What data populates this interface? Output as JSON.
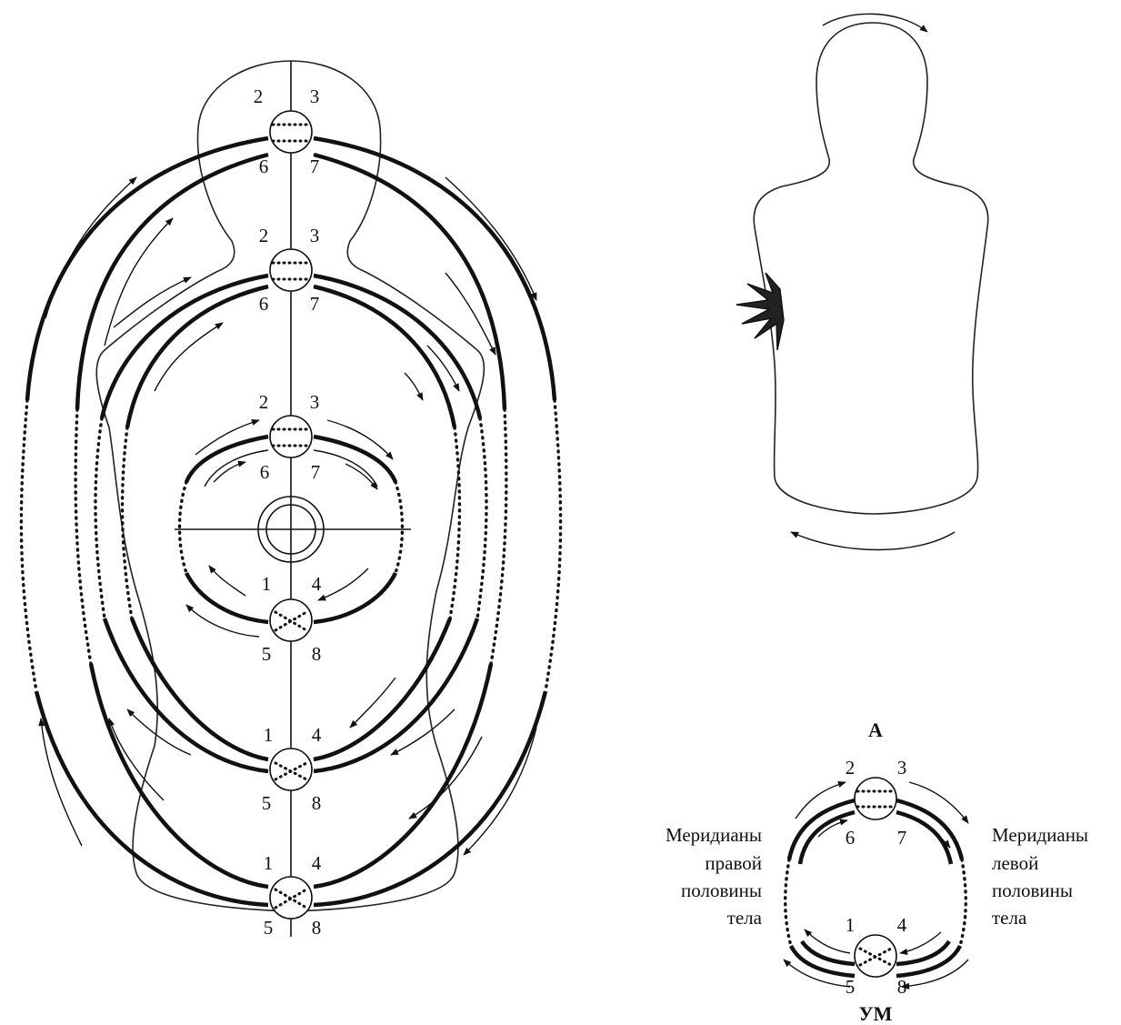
{
  "left_figure": {
    "levels": [
      {
        "top_left": "2",
        "top_right": "3",
        "bottom_left": "6",
        "bottom_right": "7"
      },
      {
        "top_left": "2",
        "top_right": "3",
        "bottom_left": "6",
        "bottom_right": "7"
      },
      {
        "top_left": "2",
        "top_right": "3",
        "bottom_left": "6",
        "bottom_right": "7"
      },
      {
        "top_left": "1",
        "top_right": "4",
        "bottom_left": "5",
        "bottom_right": "8"
      },
      {
        "top_left": "1",
        "top_right": "4",
        "bottom_left": "5",
        "bottom_right": "8"
      },
      {
        "top_left": "1",
        "top_right": "4",
        "bottom_left": "5",
        "bottom_right": "8"
      }
    ]
  },
  "small_diagram": {
    "top_label": "A",
    "bottom_label": "УМ",
    "left_caption": [
      "Меридианы",
      "правой",
      "половины",
      "тела"
    ],
    "right_caption": [
      "Меридианы",
      "левой",
      "половины",
      "тела"
    ],
    "numbers": {
      "n2": "2",
      "n3": "3",
      "n6": "6",
      "n7": "7",
      "n1": "1",
      "n4": "4",
      "n5": "5",
      "n8": "8"
    }
  }
}
